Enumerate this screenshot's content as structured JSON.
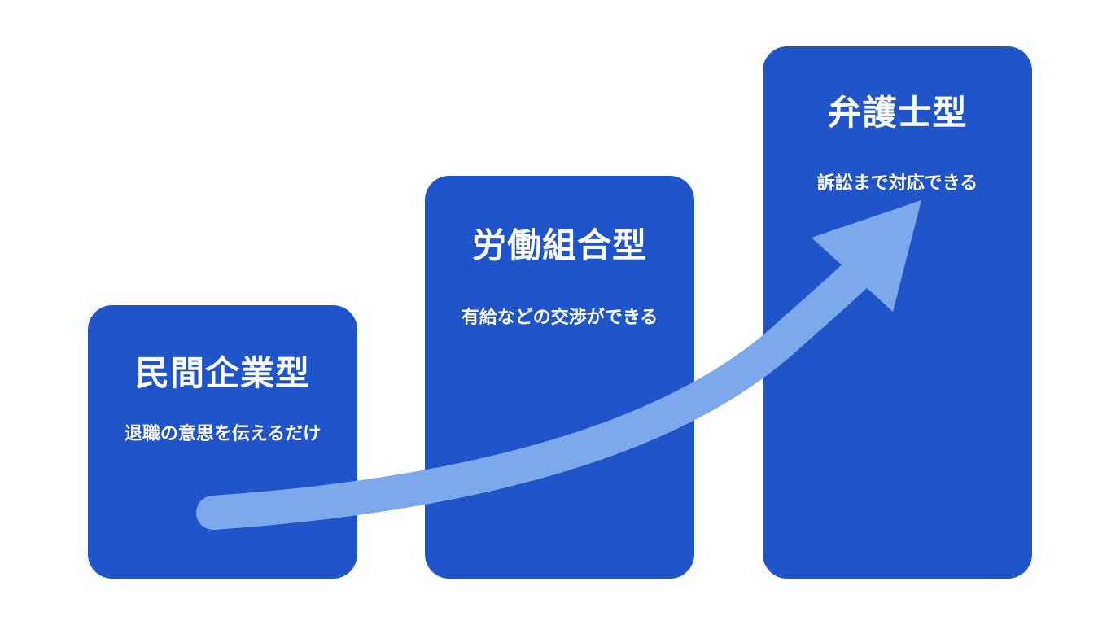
{
  "steps": [
    {
      "title": "民間企業型",
      "description": "退職の意思を伝えるだけ"
    },
    {
      "title": "労働組合型",
      "description": "有給などの交渉ができる"
    },
    {
      "title": "弁護士型",
      "description": "訴訟まで対応できる"
    }
  ],
  "colors": {
    "card": "#1f55c8",
    "arrow": "#7ea8ec",
    "text": "#ffffff",
    "background": "#ffffff"
  }
}
